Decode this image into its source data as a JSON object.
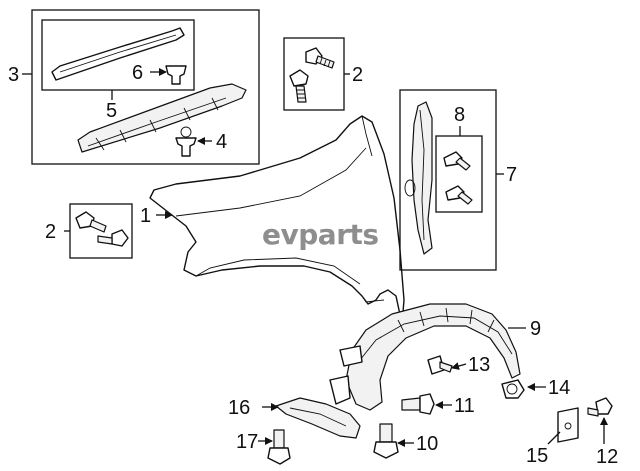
{
  "watermark": {
    "prefix": "ev",
    "suffix": "parts"
  },
  "callouts": {
    "c1": "1",
    "c2a": "2",
    "c2b": "2",
    "c3": "3",
    "c4": "4",
    "c5": "5",
    "c6": "6",
    "c7": "7",
    "c8": "8",
    "c9": "9",
    "c10": "10",
    "c11": "11",
    "c12": "12",
    "c13": "13",
    "c14": "14",
    "c15": "15",
    "c16": "16",
    "c17": "17"
  }
}
